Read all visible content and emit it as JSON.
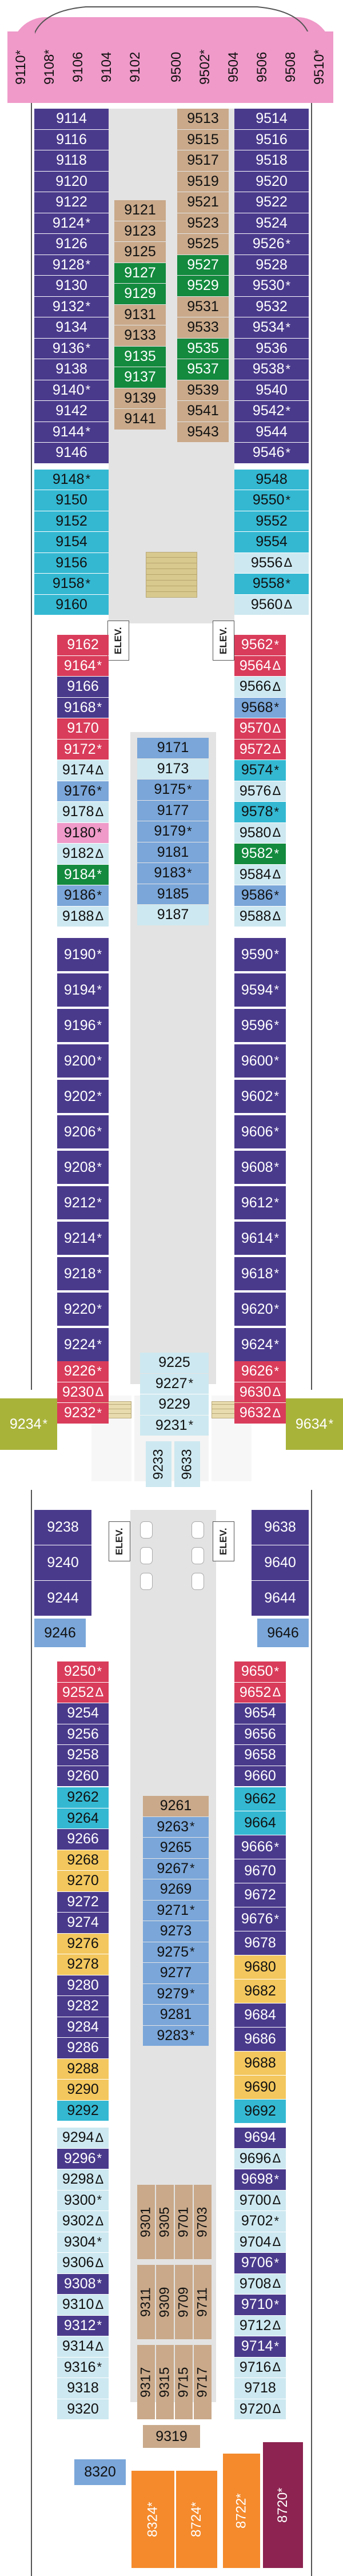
{
  "labels": {
    "elevator": "ELEV."
  },
  "legend_colors": {
    "purple": "#4a3a8c",
    "blue": "#7aa6d9",
    "cyan": "#34b8d2",
    "tan": "#c9a98a",
    "green": "#138a3e",
    "pink": "#ef9ac9",
    "red": "#d93c5a",
    "light": "#cde8f0",
    "yellow": "#f3c75e",
    "olive": "#a8b33a",
    "orange": "#f48a2c",
    "plum": "#8c2350"
  },
  "cabins": [
    {
      "n": "9110",
      "m": "*",
      "c": "pink"
    },
    {
      "n": "9108",
      "m": "*",
      "c": "pink"
    },
    {
      "n": "9106",
      "m": "",
      "c": "pink"
    },
    {
      "n": "9104",
      "m": "",
      "c": "pink"
    },
    {
      "n": "9102",
      "m": "",
      "c": "pink"
    },
    {
      "n": "9500",
      "m": "",
      "c": "pink"
    },
    {
      "n": "9502",
      "m": "*",
      "c": "pink"
    },
    {
      "n": "9504",
      "m": "",
      "c": "pink"
    },
    {
      "n": "9506",
      "m": "",
      "c": "pink"
    },
    {
      "n": "9508",
      "m": "",
      "c": "pink"
    },
    {
      "n": "9510",
      "m": "*",
      "c": "pink"
    },
    {
      "n": "9114",
      "m": "",
      "c": "purple"
    },
    {
      "n": "9116",
      "m": "",
      "c": "purple"
    },
    {
      "n": "9118",
      "m": "",
      "c": "purple"
    },
    {
      "n": "9120",
      "m": "",
      "c": "purple"
    },
    {
      "n": "9122",
      "m": "",
      "c": "purple"
    },
    {
      "n": "9124",
      "m": "*",
      "c": "purple"
    },
    {
      "n": "9126",
      "m": "",
      "c": "purple"
    },
    {
      "n": "9128",
      "m": "*",
      "c": "purple"
    },
    {
      "n": "9130",
      "m": "",
      "c": "purple"
    },
    {
      "n": "9132",
      "m": "*",
      "c": "purple"
    },
    {
      "n": "9134",
      "m": "",
      "c": "purple"
    },
    {
      "n": "9136",
      "m": "*",
      "c": "purple"
    },
    {
      "n": "9138",
      "m": "",
      "c": "purple"
    },
    {
      "n": "9140",
      "m": "*",
      "c": "purple"
    },
    {
      "n": "9142",
      "m": "",
      "c": "purple"
    },
    {
      "n": "9144",
      "m": "*",
      "c": "purple"
    },
    {
      "n": "9146",
      "m": "",
      "c": "purple"
    },
    {
      "n": "9148",
      "m": "*",
      "c": "cyan"
    },
    {
      "n": "9150",
      "m": "",
      "c": "cyan"
    },
    {
      "n": "9152",
      "m": "",
      "c": "cyan"
    },
    {
      "n": "9154",
      "m": "",
      "c": "cyan"
    },
    {
      "n": "9156",
      "m": "",
      "c": "cyan"
    },
    {
      "n": "9158",
      "m": "*",
      "c": "cyan"
    },
    {
      "n": "9160",
      "m": "",
      "c": "cyan"
    },
    {
      "n": "9514",
      "m": "",
      "c": "purple"
    },
    {
      "n": "9516",
      "m": "",
      "c": "purple"
    },
    {
      "n": "9518",
      "m": "",
      "c": "purple"
    },
    {
      "n": "9520",
      "m": "",
      "c": "purple"
    },
    {
      "n": "9522",
      "m": "",
      "c": "purple"
    },
    {
      "n": "9524",
      "m": "",
      "c": "purple"
    },
    {
      "n": "9526",
      "m": "*",
      "c": "purple"
    },
    {
      "n": "9528",
      "m": "",
      "c": "purple"
    },
    {
      "n": "9530",
      "m": "*",
      "c": "purple"
    },
    {
      "n": "9532",
      "m": "",
      "c": "purple"
    },
    {
      "n": "9534",
      "m": "*",
      "c": "purple"
    },
    {
      "n": "9536",
      "m": "",
      "c": "purple"
    },
    {
      "n": "9538",
      "m": "*",
      "c": "purple"
    },
    {
      "n": "9540",
      "m": "",
      "c": "purple"
    },
    {
      "n": "9542",
      "m": "*",
      "c": "purple"
    },
    {
      "n": "9544",
      "m": "",
      "c": "purple"
    },
    {
      "n": "9546",
      "m": "*",
      "c": "purple"
    },
    {
      "n": "9548",
      "m": "",
      "c": "cyan"
    },
    {
      "n": "9550",
      "m": "*",
      "c": "cyan"
    },
    {
      "n": "9552",
      "m": "",
      "c": "cyan"
    },
    {
      "n": "9554",
      "m": "",
      "c": "cyan"
    },
    {
      "n": "9556",
      "m": "Δ",
      "c": "light"
    },
    {
      "n": "9558",
      "m": "*",
      "c": "cyan"
    },
    {
      "n": "9560",
      "m": "Δ",
      "c": "light"
    },
    {
      "n": "9513",
      "m": "",
      "c": "tan"
    },
    {
      "n": "9515",
      "m": "",
      "c": "tan"
    },
    {
      "n": "9517",
      "m": "",
      "c": "tan"
    },
    {
      "n": "9519",
      "m": "",
      "c": "tan"
    },
    {
      "n": "9521",
      "m": "",
      "c": "tan"
    },
    {
      "n": "9523",
      "m": "",
      "c": "tan"
    },
    {
      "n": "9525",
      "m": "",
      "c": "tan"
    },
    {
      "n": "9527",
      "m": "",
      "c": "green"
    },
    {
      "n": "9529",
      "m": "",
      "c": "green"
    },
    {
      "n": "9531",
      "m": "",
      "c": "tan"
    },
    {
      "n": "9533",
      "m": "",
      "c": "tan"
    },
    {
      "n": "9535",
      "m": "",
      "c": "green"
    },
    {
      "n": "9537",
      "m": "",
      "c": "green"
    },
    {
      "n": "9539",
      "m": "",
      "c": "tan"
    },
    {
      "n": "9541",
      "m": "",
      "c": "tan"
    },
    {
      "n": "9543",
      "m": "",
      "c": "tan"
    },
    {
      "n": "9121",
      "m": "",
      "c": "tan"
    },
    {
      "n": "9123",
      "m": "",
      "c": "tan"
    },
    {
      "n": "9125",
      "m": "",
      "c": "tan"
    },
    {
      "n": "9127",
      "m": "",
      "c": "green"
    },
    {
      "n": "9129",
      "m": "",
      "c": "green"
    },
    {
      "n": "9131",
      "m": "",
      "c": "tan"
    },
    {
      "n": "9133",
      "m": "",
      "c": "tan"
    },
    {
      "n": "9135",
      "m": "",
      "c": "green"
    },
    {
      "n": "9137",
      "m": "",
      "c": "green"
    },
    {
      "n": "9139",
      "m": "",
      "c": "tan"
    },
    {
      "n": "9141",
      "m": "",
      "c": "tan"
    },
    {
      "n": "9162",
      "m": "",
      "c": "red"
    },
    {
      "n": "9164",
      "m": "*",
      "c": "red"
    },
    {
      "n": "9166",
      "m": "",
      "c": "purple"
    },
    {
      "n": "9168",
      "m": "*",
      "c": "purple"
    },
    {
      "n": "9170",
      "m": "",
      "c": "red"
    },
    {
      "n": "9172",
      "m": "*",
      "c": "red"
    },
    {
      "n": "9174",
      "m": "Δ",
      "c": "light"
    },
    {
      "n": "9176",
      "m": "*",
      "c": "blue"
    },
    {
      "n": "9178",
      "m": "Δ",
      "c": "light"
    },
    {
      "n": "9180",
      "m": "*",
      "c": "pink"
    },
    {
      "n": "9182",
      "m": "Δ",
      "c": "light"
    },
    {
      "n": "9184",
      "m": "*",
      "c": "green"
    },
    {
      "n": "9186",
      "m": "*",
      "c": "blue"
    },
    {
      "n": "9188",
      "m": "Δ",
      "c": "light"
    },
    {
      "n": "9562",
      "m": "*",
      "c": "red"
    },
    {
      "n": "9564",
      "m": "Δ",
      "c": "red"
    },
    {
      "n": "9566",
      "m": "Δ",
      "c": "light"
    },
    {
      "n": "9568",
      "m": "*",
      "c": "blue"
    },
    {
      "n": "9570",
      "m": "Δ",
      "c": "red"
    },
    {
      "n": "9572",
      "m": "Δ",
      "c": "red"
    },
    {
      "n": "9574",
      "m": "*",
      "c": "cyan"
    },
    {
      "n": "9576",
      "m": "Δ",
      "c": "light"
    },
    {
      "n": "9578",
      "m": "*",
      "c": "cyan"
    },
    {
      "n": "9580",
      "m": "Δ",
      "c": "light"
    },
    {
      "n": "9582",
      "m": "*",
      "c": "green"
    },
    {
      "n": "9584",
      "m": "Δ",
      "c": "light"
    },
    {
      "n": "9586",
      "m": "*",
      "c": "blue"
    },
    {
      "n": "9588",
      "m": "Δ",
      "c": "light"
    },
    {
      "n": "9171",
      "m": "",
      "c": "blue"
    },
    {
      "n": "9173",
      "m": "",
      "c": "light"
    },
    {
      "n": "9175",
      "m": "*",
      "c": "blue"
    },
    {
      "n": "9177",
      "m": "",
      "c": "blue"
    },
    {
      "n": "9179",
      "m": "*",
      "c": "blue"
    },
    {
      "n": "9181",
      "m": "",
      "c": "blue"
    },
    {
      "n": "9183",
      "m": "*",
      "c": "blue"
    },
    {
      "n": "9185",
      "m": "",
      "c": "blue"
    },
    {
      "n": "9187",
      "m": "",
      "c": "light"
    },
    {
      "n": "9190",
      "m": "*",
      "c": "purple"
    },
    {
      "n": "9194",
      "m": "*",
      "c": "purple"
    },
    {
      "n": "9196",
      "m": "*",
      "c": "purple"
    },
    {
      "n": "9200",
      "m": "*",
      "c": "purple"
    },
    {
      "n": "9202",
      "m": "*",
      "c": "purple"
    },
    {
      "n": "9206",
      "m": "*",
      "c": "purple"
    },
    {
      "n": "9208",
      "m": "*",
      "c": "purple"
    },
    {
      "n": "9212",
      "m": "*",
      "c": "purple"
    },
    {
      "n": "9214",
      "m": "*",
      "c": "purple"
    },
    {
      "n": "9218",
      "m": "*",
      "c": "purple"
    },
    {
      "n": "9220",
      "m": "*",
      "c": "purple"
    },
    {
      "n": "9224",
      "m": "*",
      "c": "purple"
    },
    {
      "n": "9590",
      "m": "*",
      "c": "purple"
    },
    {
      "n": "9594",
      "m": "*",
      "c": "purple"
    },
    {
      "n": "9596",
      "m": "*",
      "c": "purple"
    },
    {
      "n": "9600",
      "m": "*",
      "c": "purple"
    },
    {
      "n": "9602",
      "m": "*",
      "c": "purple"
    },
    {
      "n": "9606",
      "m": "*",
      "c": "purple"
    },
    {
      "n": "9608",
      "m": "*",
      "c": "purple"
    },
    {
      "n": "9612",
      "m": "*",
      "c": "purple"
    },
    {
      "n": "9614",
      "m": "*",
      "c": "purple"
    },
    {
      "n": "9618",
      "m": "*",
      "c": "purple"
    },
    {
      "n": "9620",
      "m": "*",
      "c": "purple"
    },
    {
      "n": "9624",
      "m": "*",
      "c": "purple"
    },
    {
      "n": "9226",
      "m": "*",
      "c": "red"
    },
    {
      "n": "9230",
      "m": "Δ",
      "c": "red"
    },
    {
      "n": "9232",
      "m": "*",
      "c": "red"
    },
    {
      "n": "9626",
      "m": "*",
      "c": "red"
    },
    {
      "n": "9630",
      "m": "Δ",
      "c": "red"
    },
    {
      "n": "9632",
      "m": "Δ",
      "c": "red"
    },
    {
      "n": "9225",
      "m": "",
      "c": "light"
    },
    {
      "n": "9227",
      "m": "*",
      "c": "light"
    },
    {
      "n": "9229",
      "m": "",
      "c": "light"
    },
    {
      "n": "9231",
      "m": "*",
      "c": "light"
    },
    {
      "n": "9234",
      "m": "*",
      "c": "olive"
    },
    {
      "n": "9634",
      "m": "*",
      "c": "olive"
    },
    {
      "n": "9233",
      "m": "",
      "c": "light"
    },
    {
      "n": "9633",
      "m": "",
      "c": "light"
    },
    {
      "n": "9238",
      "m": "",
      "c": "purple"
    },
    {
      "n": "9240",
      "m": "",
      "c": "purple"
    },
    {
      "n": "9244",
      "m": "",
      "c": "purple"
    },
    {
      "n": "9246",
      "m": "",
      "c": "blue"
    },
    {
      "n": "9638",
      "m": "",
      "c": "purple"
    },
    {
      "n": "9640",
      "m": "",
      "c": "purple"
    },
    {
      "n": "9644",
      "m": "",
      "c": "purple"
    },
    {
      "n": "9646",
      "m": "",
      "c": "blue"
    },
    {
      "n": "9250",
      "m": "*",
      "c": "red"
    },
    {
      "n": "9252",
      "m": "Δ",
      "c": "red"
    },
    {
      "n": "9254",
      "m": "",
      "c": "purple"
    },
    {
      "n": "9256",
      "m": "",
      "c": "purple"
    },
    {
      "n": "9258",
      "m": "",
      "c": "purple"
    },
    {
      "n": "9260",
      "m": "",
      "c": "purple"
    },
    {
      "n": "9650",
      "m": "*",
      "c": "red"
    },
    {
      "n": "9652",
      "m": "Δ",
      "c": "red"
    },
    {
      "n": "9654",
      "m": "",
      "c": "purple"
    },
    {
      "n": "9656",
      "m": "",
      "c": "purple"
    },
    {
      "n": "9658",
      "m": "",
      "c": "purple"
    },
    {
      "n": "9660",
      "m": "",
      "c": "purple"
    },
    {
      "n": "9262",
      "m": "",
      "c": "cyan"
    },
    {
      "n": "9264",
      "m": "",
      "c": "cyan"
    },
    {
      "n": "9266",
      "m": "",
      "c": "purple"
    },
    {
      "n": "9268",
      "m": "",
      "c": "yellow"
    },
    {
      "n": "9270",
      "m": "",
      "c": "yellow"
    },
    {
      "n": "9272",
      "m": "",
      "c": "purple"
    },
    {
      "n": "9274",
      "m": "",
      "c": "purple"
    },
    {
      "n": "9276",
      "m": "",
      "c": "yellow"
    },
    {
      "n": "9278",
      "m": "",
      "c": "yellow"
    },
    {
      "n": "9280",
      "m": "",
      "c": "purple"
    },
    {
      "n": "9282",
      "m": "",
      "c": "purple"
    },
    {
      "n": "9284",
      "m": "",
      "c": "purple"
    },
    {
      "n": "9286",
      "m": "",
      "c": "purple"
    },
    {
      "n": "9288",
      "m": "",
      "c": "yellow"
    },
    {
      "n": "9290",
      "m": "",
      "c": "yellow"
    },
    {
      "n": "9292",
      "m": "",
      "c": "cyan"
    },
    {
      "n": "9662",
      "m": "",
      "c": "cyan"
    },
    {
      "n": "9664",
      "m": "",
      "c": "cyan"
    },
    {
      "n": "9666",
      "m": "*",
      "c": "purple"
    },
    {
      "n": "9670",
      "m": "",
      "c": "purple"
    },
    {
      "n": "9672",
      "m": "",
      "c": "purple"
    },
    {
      "n": "9676",
      "m": "*",
      "c": "purple"
    },
    {
      "n": "9678",
      "m": "",
      "c": "purple"
    },
    {
      "n": "9680",
      "m": "",
      "c": "yellow"
    },
    {
      "n": "9682",
      "m": "",
      "c": "yellow"
    },
    {
      "n": "9684",
      "m": "",
      "c": "purple"
    },
    {
      "n": "9686",
      "m": "",
      "c": "purple"
    },
    {
      "n": "9688",
      "m": "",
      "c": "yellow"
    },
    {
      "n": "9690",
      "m": "",
      "c": "yellow"
    },
    {
      "n": "9692",
      "m": "",
      "c": "cyan"
    },
    {
      "n": "9261",
      "m": "",
      "c": "tan"
    },
    {
      "n": "9263",
      "m": "*",
      "c": "blue"
    },
    {
      "n": "9265",
      "m": "",
      "c": "blue"
    },
    {
      "n": "9267",
      "m": "*",
      "c": "blue"
    },
    {
      "n": "9269",
      "m": "",
      "c": "blue"
    },
    {
      "n": "9271",
      "m": "*",
      "c": "blue"
    },
    {
      "n": "9273",
      "m": "",
      "c": "blue"
    },
    {
      "n": "9275",
      "m": "*",
      "c": "blue"
    },
    {
      "n": "9277",
      "m": "",
      "c": "blue"
    },
    {
      "n": "9279",
      "m": "*",
      "c": "blue"
    },
    {
      "n": "9281",
      "m": "",
      "c": "blue"
    },
    {
      "n": "9283",
      "m": "*",
      "c": "blue"
    },
    {
      "n": "9294",
      "m": "Δ",
      "c": "light"
    },
    {
      "n": "9296",
      "m": "*",
      "c": "purple"
    },
    {
      "n": "9298",
      "m": "Δ",
      "c": "light"
    },
    {
      "n": "9300",
      "m": "*",
      "c": "light"
    },
    {
      "n": "9302",
      "m": "Δ",
      "c": "light"
    },
    {
      "n": "9304",
      "m": "*",
      "c": "light"
    },
    {
      "n": "9306",
      "m": "Δ",
      "c": "light"
    },
    {
      "n": "9308",
      "m": "*",
      "c": "purple"
    },
    {
      "n": "9310",
      "m": "Δ",
      "c": "light"
    },
    {
      "n": "9312",
      "m": "*",
      "c": "purple"
    },
    {
      "n": "9314",
      "m": "Δ",
      "c": "light"
    },
    {
      "n": "9316",
      "m": "*",
      "c": "light"
    },
    {
      "n": "9318",
      "m": "",
      "c": "light"
    },
    {
      "n": "9320",
      "m": "",
      "c": "light"
    },
    {
      "n": "9694",
      "m": "",
      "c": "purple"
    },
    {
      "n": "9696",
      "m": "Δ",
      "c": "light"
    },
    {
      "n": "9698",
      "m": "*",
      "c": "purple"
    },
    {
      "n": "9700",
      "m": "Δ",
      "c": "light"
    },
    {
      "n": "9702",
      "m": "*",
      "c": "light"
    },
    {
      "n": "9704",
      "m": "Δ",
      "c": "light"
    },
    {
      "n": "9706",
      "m": "*",
      "c": "purple"
    },
    {
      "n": "9708",
      "m": "Δ",
      "c": "light"
    },
    {
      "n": "9710",
      "m": "*",
      "c": "purple"
    },
    {
      "n": "9712",
      "m": "Δ",
      "c": "light"
    },
    {
      "n": "9714",
      "m": "*",
      "c": "purple"
    },
    {
      "n": "9716",
      "m": "Δ",
      "c": "light"
    },
    {
      "n": "9718",
      "m": "",
      "c": "light"
    },
    {
      "n": "9720",
      "m": "Δ",
      "c": "light"
    },
    {
      "n": "9301",
      "m": "",
      "c": "tan"
    },
    {
      "n": "9305",
      "m": "",
      "c": "tan"
    },
    {
      "n": "9701",
      "m": "",
      "c": "tan"
    },
    {
      "n": "9703",
      "m": "",
      "c": "tan"
    },
    {
      "n": "9311",
      "m": "",
      "c": "tan"
    },
    {
      "n": "9309",
      "m": "",
      "c": "tan"
    },
    {
      "n": "9709",
      "m": "",
      "c": "tan"
    },
    {
      "n": "9711",
      "m": "",
      "c": "tan"
    },
    {
      "n": "9317",
      "m": "",
      "c": "tan"
    },
    {
      "n": "9315",
      "m": "",
      "c": "tan"
    },
    {
      "n": "9715",
      "m": "",
      "c": "tan"
    },
    {
      "n": "9717",
      "m": "",
      "c": "tan"
    },
    {
      "n": "9319",
      "m": "",
      "c": "tan"
    },
    {
      "n": "8320",
      "m": "",
      "c": "blue"
    },
    {
      "n": "8324",
      "m": "*",
      "c": "orange"
    },
    {
      "n": "8724",
      "m": "*",
      "c": "orange"
    },
    {
      "n": "8722",
      "m": "*",
      "c": "orange"
    },
    {
      "n": "8720",
      "m": "*",
      "c": "plum"
    }
  ]
}
